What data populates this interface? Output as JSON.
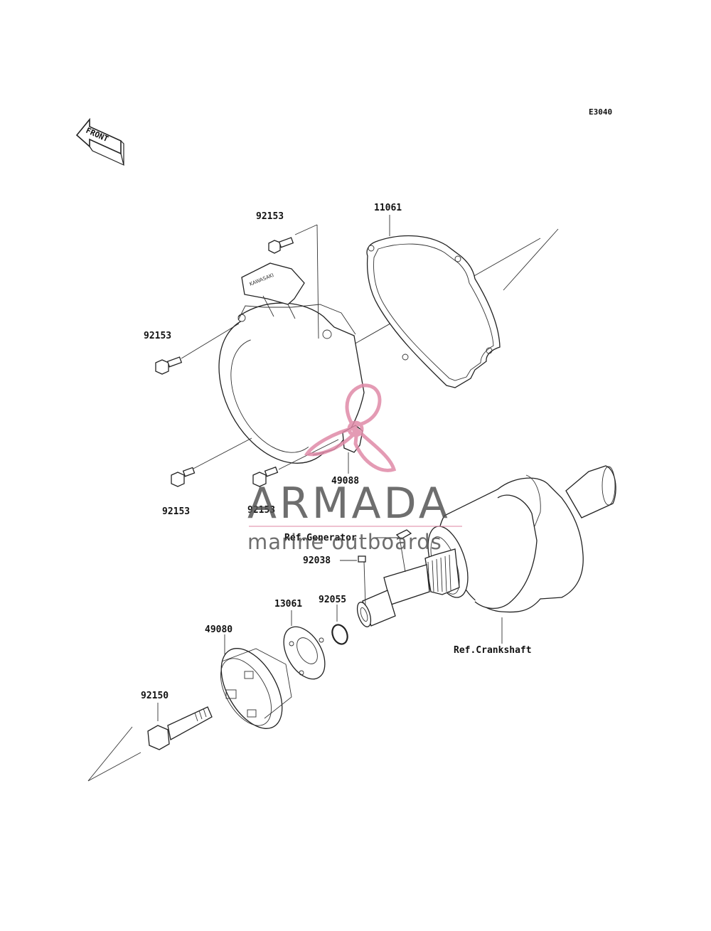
{
  "diagram_code": "E3040",
  "front_arrow": {
    "label": "FRONT"
  },
  "labels": {
    "gasket": "11061",
    "bolt_top": "92153",
    "bolt_left": "92153",
    "bolt_bottom_left": "92153",
    "bolt_bottom_mid": "92153",
    "recoil_hub": "49088",
    "ref_generator": "Ref.Generator",
    "key": "92038",
    "o_ring": "92055",
    "pulley": "13061",
    "cup": "49080",
    "flange_bolt": "92150",
    "ref_crankshaft": "Ref.Crankshaft"
  },
  "cover_brand": "KAWASAKI",
  "watermark": {
    "title": "ARMADA",
    "subtitle": "marine outboards",
    "logo": "propeller-logo",
    "colors": {
      "logo": "#e08aa8",
      "text": "#555555",
      "rule": "#e08aa8"
    }
  }
}
